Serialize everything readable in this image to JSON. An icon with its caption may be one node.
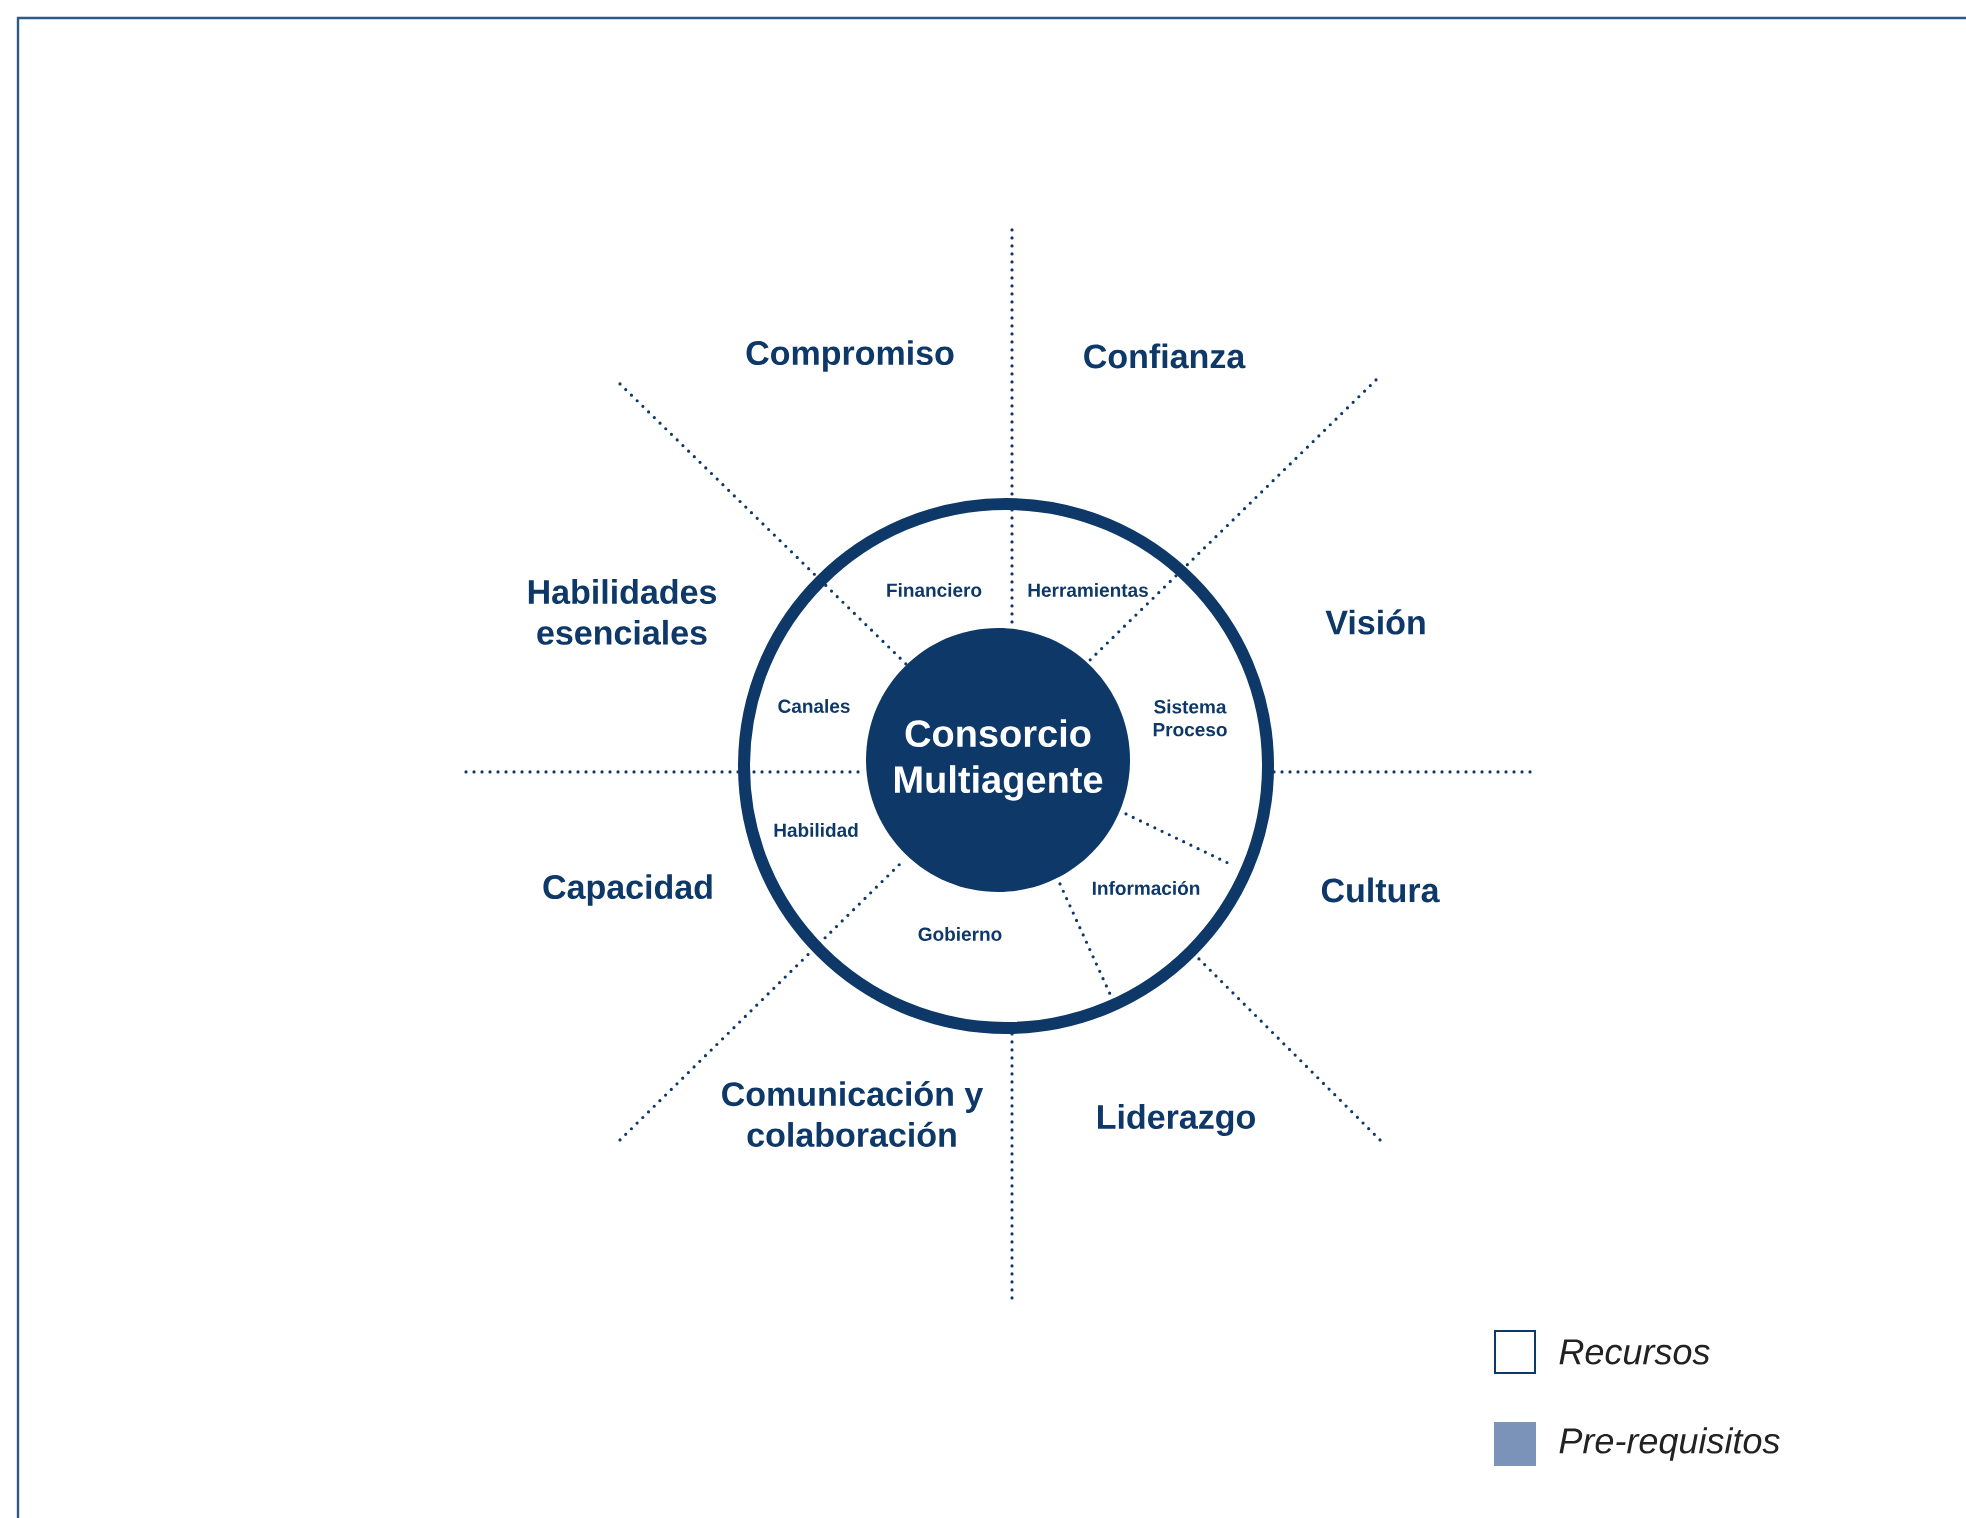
{
  "diagram": {
    "nodes": [
      {
        "text": [],
        "shape": "circle"
      },
      {
        "text": [
          "Consorcio Multiagente"
        ],
        "in": 0
      }
    ],
    "labels": [
      "Compromiso",
      "Confianza",
      "Financiero",
      "Herramientas",
      "Habilidades esenciales",
      "Visión",
      "Canales",
      "Sistema Proceso",
      "Habilidad",
      "Capacidad",
      "Cultura",
      "Información",
      "Gobierno",
      "Comunicación y colaboración",
      "Liderazgo"
    ],
    "legend": [
      {
        "text": "Recursos"
      },
      {
        "text": "Pre-requisitos",
        "color": "#7b93b8"
      }
    ]
  }
}
